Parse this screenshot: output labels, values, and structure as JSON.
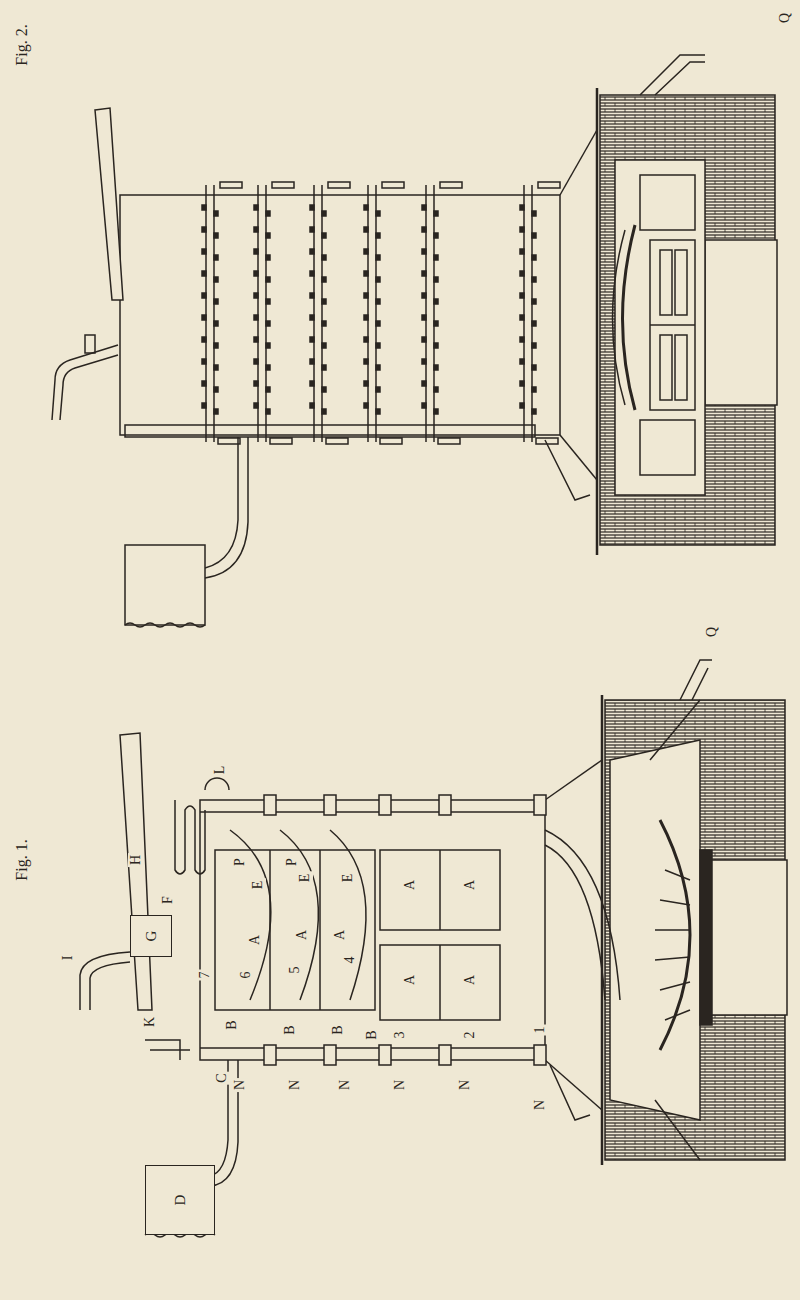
{
  "diagram": {
    "nodes": [
      {
        "text": [
          "G"
        ]
      },
      {
        "text": [
          "D"
        ]
      }
    ],
    "labels": [
      "Fig. 2.",
      "Fig. 1.",
      "Q",
      "Q",
      "H",
      "L",
      "K",
      "I",
      "C",
      "F",
      "E",
      "E",
      "E",
      "P",
      "P",
      "A",
      "A",
      "A",
      "A",
      "A",
      "A",
      "A",
      "B",
      "B",
      "B",
      "B",
      "1",
      "2",
      "3",
      "4",
      "5",
      "6",
      "7",
      "N",
      "N",
      "N",
      "N",
      "N",
      "N"
    ]
  }
}
